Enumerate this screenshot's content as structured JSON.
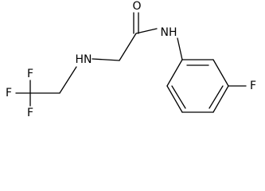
{
  "molecule": {
    "atoms": {
      "o1": "O",
      "n_amide": "NH",
      "n_amine": "HN",
      "f_top": "F",
      "f_left": "F",
      "f_bottom": "F",
      "f_ring": "F"
    }
  }
}
